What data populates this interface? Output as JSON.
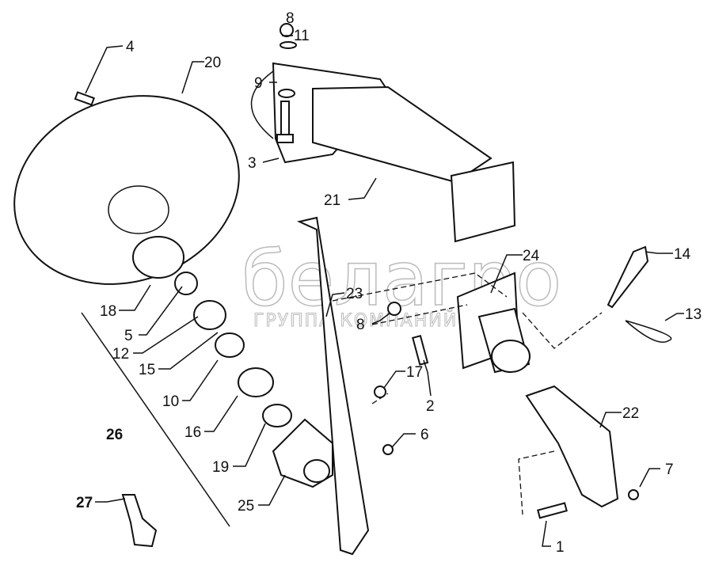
{
  "watermark": {
    "brand": "белагро",
    "subtitle": "ГРУППА КОМПАНИЙ"
  },
  "labels": {
    "p1": "1",
    "p2": "2",
    "p3": "3",
    "p4": "4",
    "p5": "5",
    "p6": "6",
    "p7": "7",
    "p8a": "8",
    "p8b": "8",
    "p9": "9",
    "p10": "10",
    "p11": "11",
    "p12": "12",
    "p13": "13",
    "p14": "14",
    "p15": "15",
    "p16": "16",
    "p17": "17",
    "p18": "18",
    "p19": "19",
    "p20": "20",
    "p21": "21",
    "p22": "22",
    "p23": "23",
    "p24": "24",
    "p25": "25",
    "p26": "26",
    "p27": "27"
  }
}
